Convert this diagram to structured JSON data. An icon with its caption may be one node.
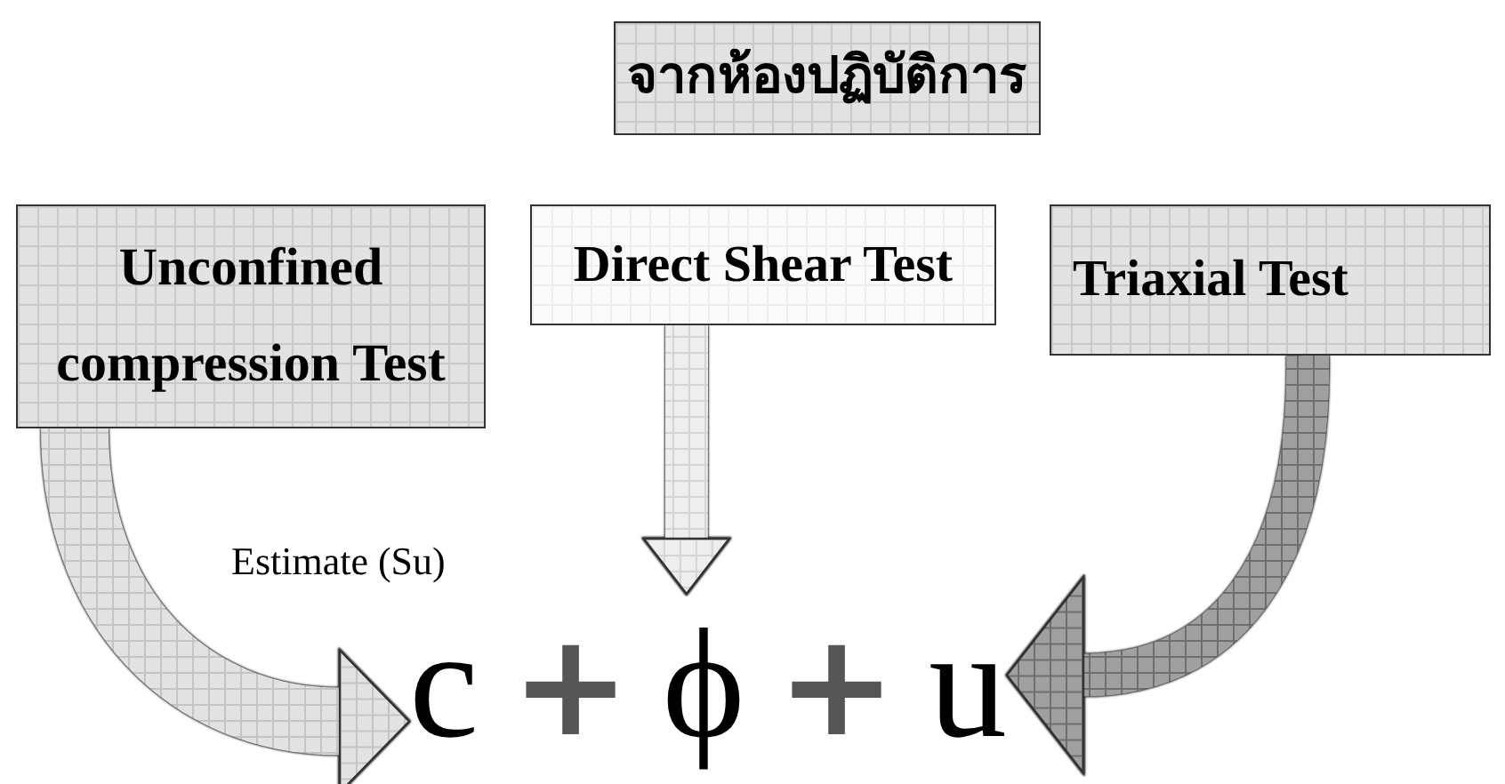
{
  "diagram": {
    "nodes": [
      {
        "text": [
          "จากห้องปฏิบัติการ"
        ]
      },
      {
        "text": [
          "Unconfined compression Test"
        ]
      },
      {
        "text": [
          "Direct Shear Test"
        ]
      },
      {
        "text": [
          "Triaxial Test"
        ]
      },
      {
        "text": [
          "c + ϕ + u"
        ]
      }
    ],
    "edges": [
      {
        "from": 1,
        "to": 4,
        "arrow": "to",
        "label": "Estimate (Su)"
      },
      {
        "from": 2,
        "to": 4,
        "arrow": "to"
      },
      {
        "from": 3,
        "to": 4,
        "arrow": "to"
      }
    ]
  }
}
